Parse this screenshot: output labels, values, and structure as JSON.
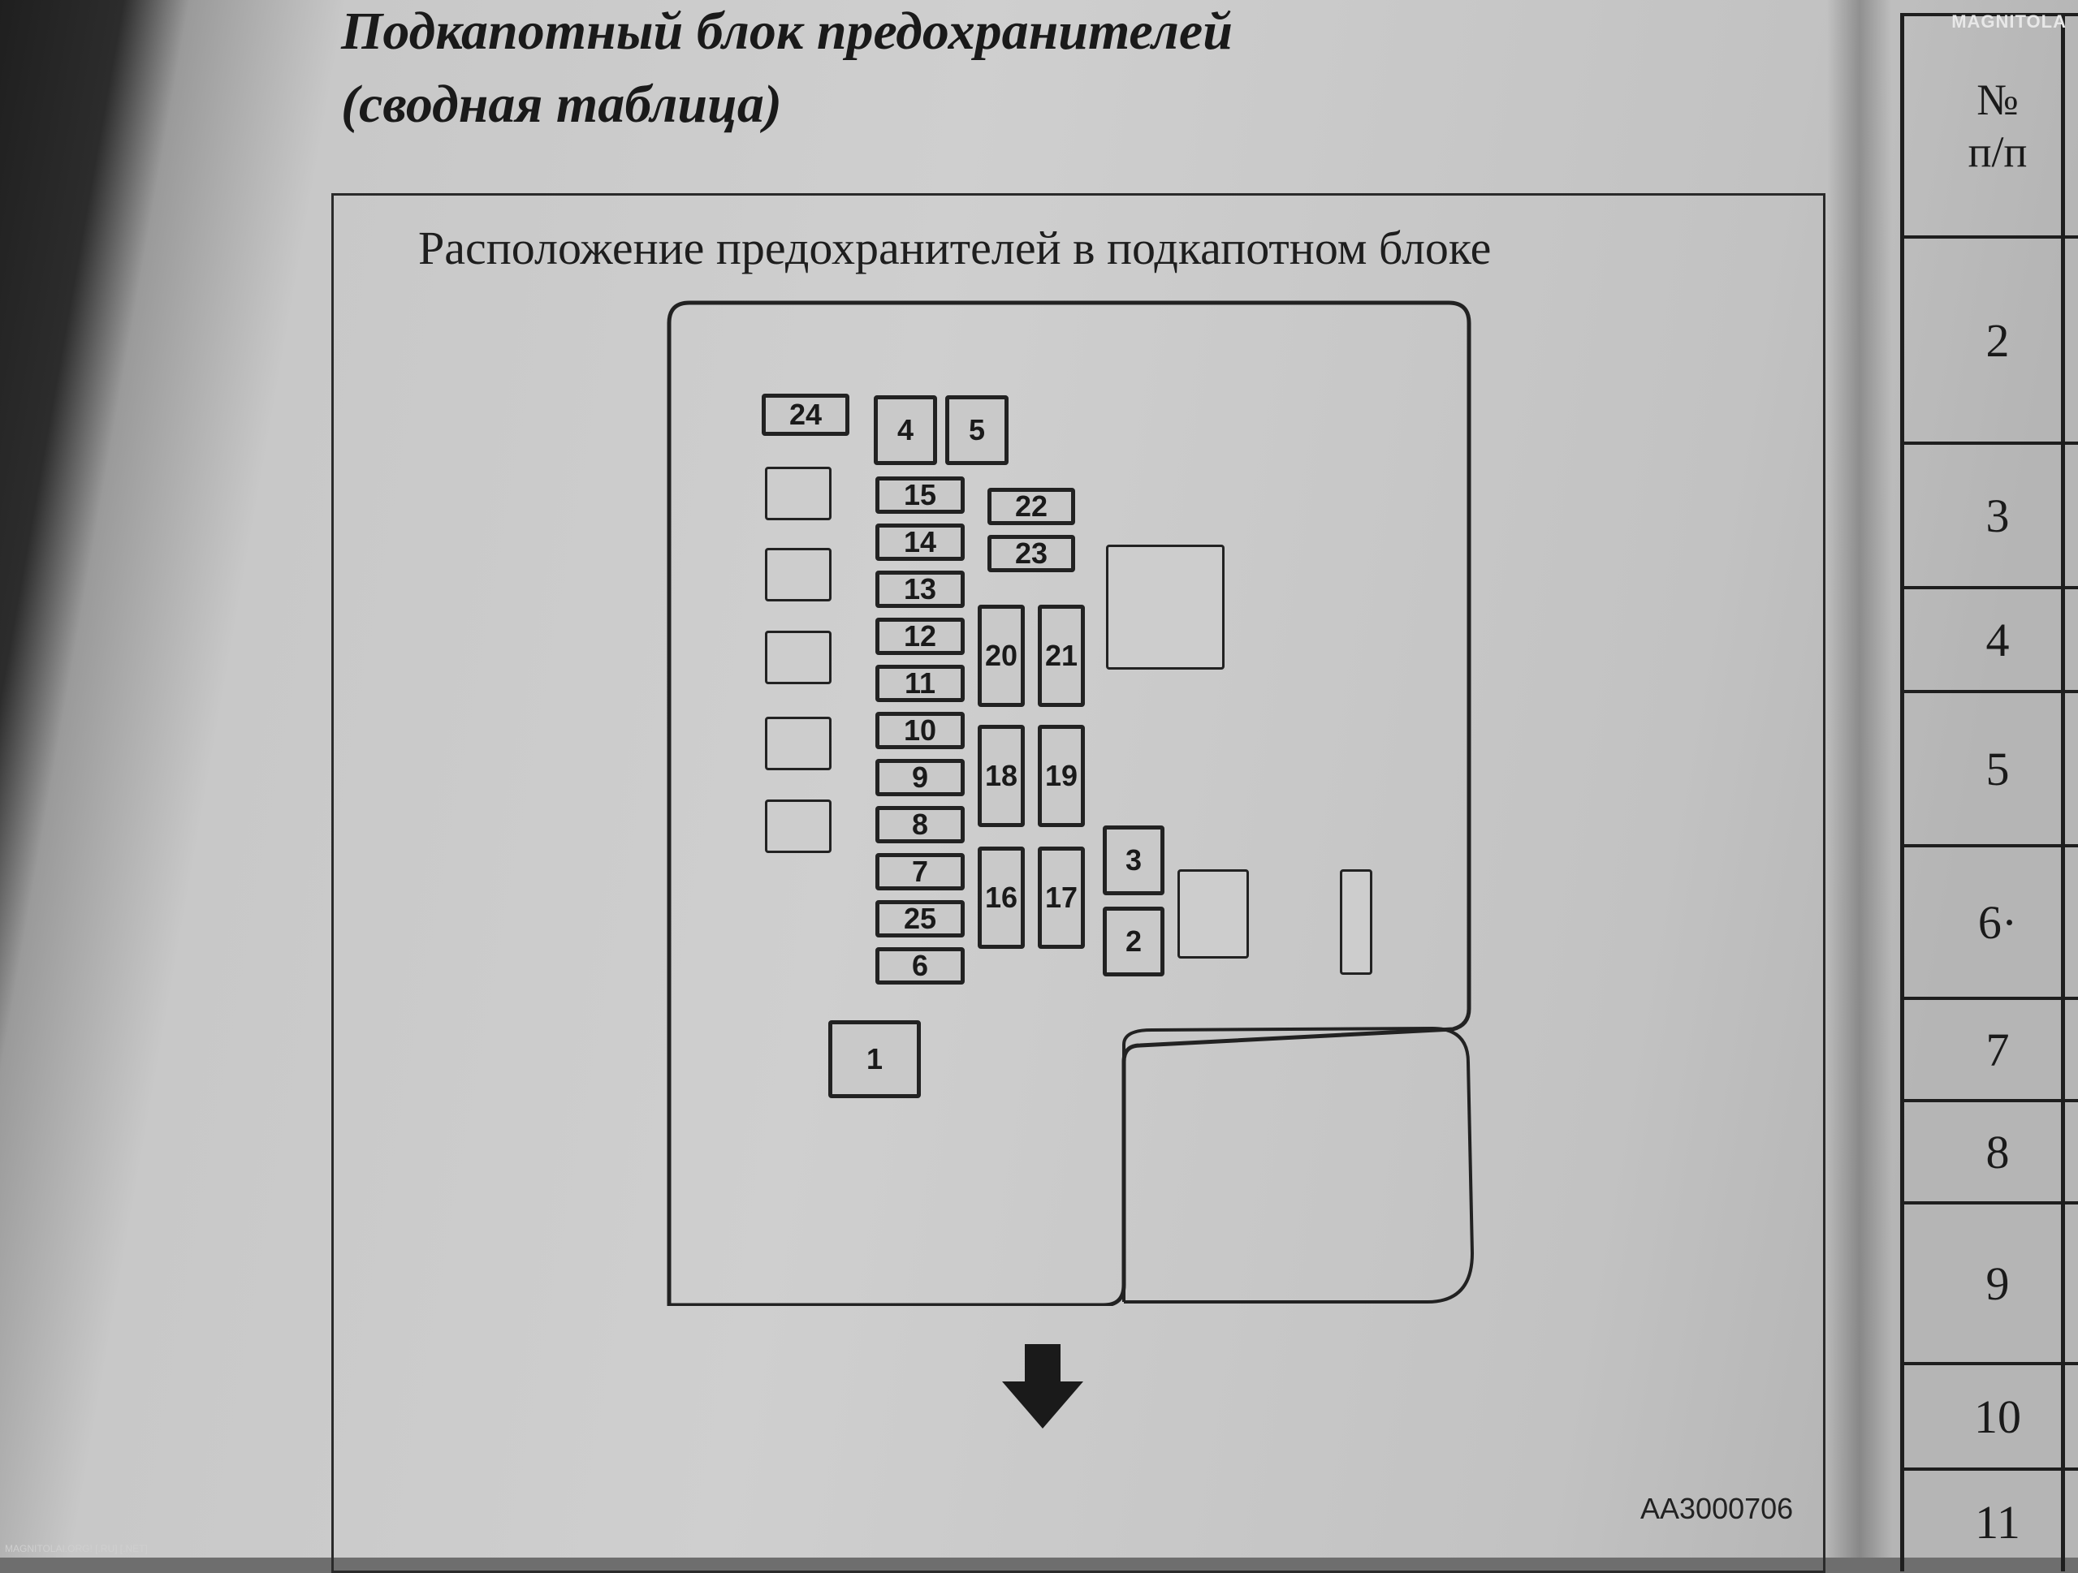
{
  "heading": {
    "line1": "Подкапотный блок предохранителей",
    "line2": "(сводная таблица)"
  },
  "diagram": {
    "caption": "Расположение предохранителей в подкапотном блоке",
    "code": "AA3000706",
    "fuses": [
      "24",
      "4",
      "5",
      "15",
      "14",
      "13",
      "12",
      "11",
      "10",
      "9",
      "8",
      "7",
      "25",
      "6",
      "1",
      "22",
      "23",
      "20",
      "21",
      "18",
      "19",
      "16",
      "17",
      "3",
      "2"
    ]
  },
  "table": {
    "header_line1": "№",
    "header_line2": "п/п",
    "rows": [
      "2",
      "3",
      "4",
      "5",
      "6·",
      "7",
      "8",
      "9",
      "10",
      "11"
    ]
  },
  "watermark": "MAGNITOLA",
  "footer_watermark": "MAGNITOLAI.ORG! [.RU] [.NET]"
}
